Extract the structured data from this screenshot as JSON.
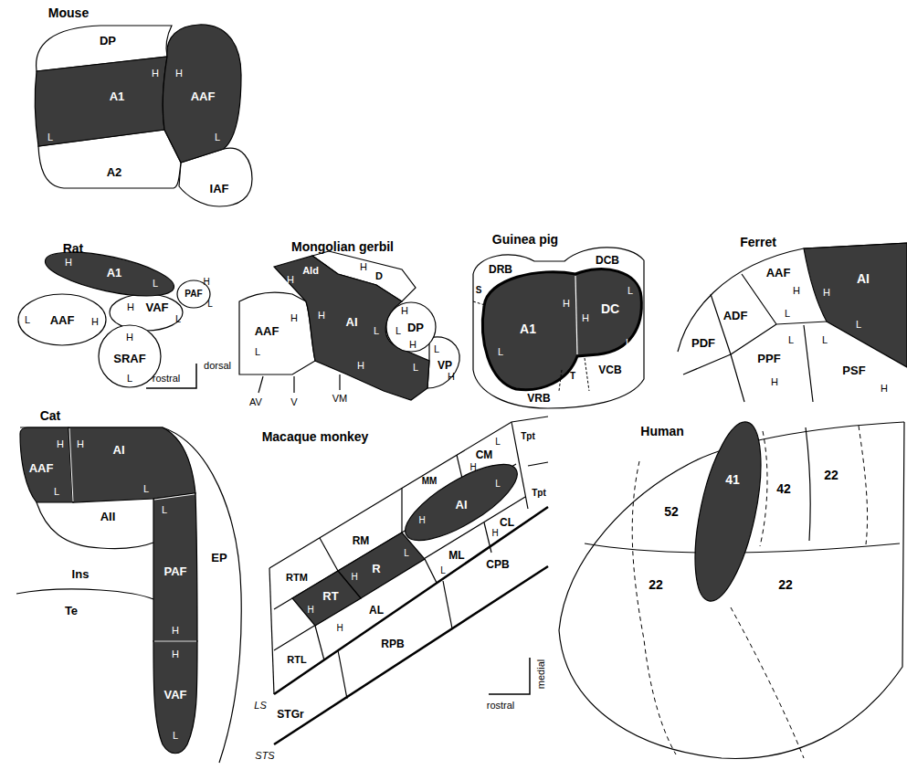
{
  "diagram": {
    "nodes": [
      {
        "text": [
          "DP"
        ]
      },
      {
        "text": [
          "A1"
        ]
      },
      {
        "text": [
          "AAF"
        ]
      },
      {
        "text": [
          "A2"
        ]
      },
      {
        "text": [
          "IAF"
        ]
      },
      {
        "text": [
          "A1"
        ]
      },
      {
        "text": [
          "PAF"
        ]
      },
      {
        "text": [
          "AAF"
        ]
      },
      {
        "text": [
          "VAF"
        ]
      },
      {
        "text": [
          "SRAF"
        ]
      },
      {
        "text": [
          "AId"
        ]
      },
      {
        "text": [
          "D"
        ]
      },
      {
        "text": [
          "AAF"
        ]
      },
      {
        "text": [
          "AI"
        ]
      },
      {
        "text": [
          "DP"
        ]
      },
      {
        "text": [
          "VP"
        ]
      },
      {
        "text": [
          "DRB"
        ]
      },
      {
        "text": [
          "DCB"
        ]
      },
      {
        "text": [
          "S"
        ]
      },
      {
        "text": [
          "A1"
        ]
      },
      {
        "text": [
          "DC"
        ]
      },
      {
        "text": [
          "T"
        ]
      },
      {
        "text": [
          "VCB"
        ]
      },
      {
        "text": [
          "VRB"
        ]
      },
      {
        "text": [
          "AAF"
        ]
      },
      {
        "text": [
          "AI"
        ]
      },
      {
        "text": [
          "ADF"
        ]
      },
      {
        "text": [
          "PDF"
        ]
      },
      {
        "text": [
          "PPF"
        ]
      },
      {
        "text": [
          "PSF"
        ]
      },
      {
        "text": [
          "AAF"
        ]
      },
      {
        "text": [
          "AI"
        ]
      },
      {
        "text": [
          "AII"
        ]
      },
      {
        "text": [
          "PAF"
        ]
      },
      {
        "text": [
          "EP"
        ]
      },
      {
        "text": [
          "Ins"
        ]
      },
      {
        "text": [
          "Te"
        ]
      },
      {
        "text": [
          "VAF"
        ]
      },
      {
        "text": [
          "MM"
        ]
      },
      {
        "text": [
          "CM"
        ]
      },
      {
        "text": [
          "Tpt"
        ]
      },
      {
        "text": [
          "AI"
        ]
      },
      {
        "text": [
          "CL"
        ]
      },
      {
        "text": [
          "Tpt"
        ]
      },
      {
        "text": [
          "RM"
        ]
      },
      {
        "text": [
          "RTM"
        ]
      },
      {
        "text": [
          "R"
        ]
      },
      {
        "text": [
          "ML"
        ]
      },
      {
        "text": [
          "RT"
        ]
      },
      {
        "text": [
          "AL"
        ]
      },
      {
        "text": [
          "CPB"
        ]
      },
      {
        "text": [
          "RTL"
        ]
      },
      {
        "text": [
          "RPB"
        ]
      },
      {
        "text": [
          "STGr"
        ]
      },
      {
        "text": [
          "52"
        ]
      },
      {
        "text": [
          "41"
        ]
      },
      {
        "text": [
          "42"
        ]
      },
      {
        "text": [
          "22"
        ]
      },
      {
        "text": [
          "22"
        ]
      },
      {
        "text": [
          "22"
        ]
      }
    ],
    "labels": [
      "Mouse",
      "H",
      "L",
      "H",
      "L",
      "Rat",
      "H",
      "L",
      "H",
      "L",
      "L",
      "H",
      "H",
      "L",
      "H",
      "L",
      "dorsal",
      "rostral",
      "Mongolian gerbil",
      "H",
      "H",
      "H",
      "L",
      "H",
      "L",
      "H",
      "L",
      "H",
      "L",
      "H",
      "L",
      "H",
      "AV",
      "V",
      "VM",
      "Guinea pig",
      "L",
      "H",
      "H",
      "L",
      "L",
      "Ferret",
      "H",
      "L",
      "H",
      "L",
      "L",
      "H",
      "L",
      "H",
      "Cat",
      "H",
      "L",
      "H",
      "L",
      "L",
      "H",
      "H",
      "L",
      "Macaque monkey",
      "L",
      "H",
      "H",
      "L",
      "H",
      "L",
      "H",
      "H",
      "L",
      "H",
      "LS",
      "STS",
      "medial",
      "rostral",
      "Human"
    ]
  }
}
